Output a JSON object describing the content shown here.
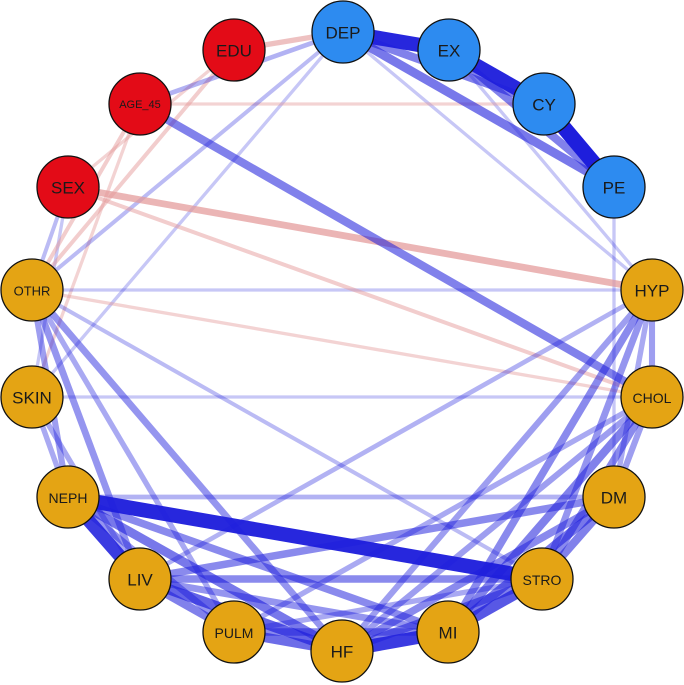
{
  "colors": {
    "group_red": "#E30B17",
    "group_blue": "#2D8BF0",
    "group_orange": "#E4A414",
    "edge_positive": "#1E1EDC",
    "edge_negative": "#E49A9A"
  },
  "nodes": [
    {
      "id": "DEP",
      "label": "DEP",
      "group": "blue"
    },
    {
      "id": "EX",
      "label": "EX",
      "group": "blue"
    },
    {
      "id": "CY",
      "label": "CY",
      "group": "blue"
    },
    {
      "id": "PE",
      "label": "PE",
      "group": "blue"
    },
    {
      "id": "HYP",
      "label": "HYP",
      "group": "orange"
    },
    {
      "id": "CHOL",
      "label": "CHOL",
      "group": "orange"
    },
    {
      "id": "DM",
      "label": "DM",
      "group": "orange"
    },
    {
      "id": "STRO",
      "label": "STRO",
      "group": "orange"
    },
    {
      "id": "MI",
      "label": "MI",
      "group": "orange"
    },
    {
      "id": "HF",
      "label": "HF",
      "group": "orange"
    },
    {
      "id": "PULM",
      "label": "PULM",
      "group": "orange"
    },
    {
      "id": "LIV",
      "label": "LIV",
      "group": "orange"
    },
    {
      "id": "NEPH",
      "label": "NEPH",
      "group": "orange"
    },
    {
      "id": "SKIN",
      "label": "SKIN",
      "group": "orange"
    },
    {
      "id": "OTHR",
      "label": "OTHR",
      "group": "orange"
    },
    {
      "id": "SEX",
      "label": "SEX",
      "group": "red"
    },
    {
      "id": "AGE_45",
      "label": "AGE_45",
      "group": "red"
    },
    {
      "id": "EDU",
      "label": "EDU",
      "group": "red"
    }
  ],
  "edges": [
    {
      "from": "DEP",
      "to": "EX",
      "sign": "positive",
      "weight": 0.95
    },
    {
      "from": "EX",
      "to": "CY",
      "sign": "positive",
      "weight": 0.95
    },
    {
      "from": "CY",
      "to": "PE",
      "sign": "positive",
      "weight": 1.0
    },
    {
      "from": "DEP",
      "to": "CY",
      "sign": "positive",
      "weight": 0.5
    },
    {
      "from": "DEP",
      "to": "PE",
      "sign": "positive",
      "weight": 0.55
    },
    {
      "from": "EX",
      "to": "PE",
      "sign": "positive",
      "weight": 0.5
    },
    {
      "from": "DEP",
      "to": "EDU",
      "sign": "negative",
      "weight": 0.3
    },
    {
      "from": "DEP",
      "to": "AGE_45",
      "sign": "positive",
      "weight": 0.25
    },
    {
      "from": "DEP",
      "to": "OTHR",
      "sign": "positive",
      "weight": 0.2
    },
    {
      "from": "DEP",
      "to": "SKIN",
      "sign": "positive",
      "weight": 0.15
    },
    {
      "from": "DEP",
      "to": "HYP",
      "sign": "positive",
      "weight": 0.15
    },
    {
      "from": "EX",
      "to": "HYP",
      "sign": "positive",
      "weight": 0.15
    },
    {
      "from": "PE",
      "to": "DM",
      "sign": "positive",
      "weight": 0.15
    },
    {
      "from": "AGE_45",
      "to": "CHOL",
      "sign": "positive",
      "weight": 0.5
    },
    {
      "from": "AGE_45",
      "to": "CY",
      "sign": "negative",
      "weight": 0.15
    },
    {
      "from": "AGE_45",
      "to": "OTHR",
      "sign": "negative",
      "weight": 0.2
    },
    {
      "from": "AGE_45",
      "to": "SKIN",
      "sign": "negative",
      "weight": 0.15
    },
    {
      "from": "EDU",
      "to": "OTHR",
      "sign": "negative",
      "weight": 0.2
    },
    {
      "from": "EDU",
      "to": "SEX",
      "sign": "negative",
      "weight": 0.15
    },
    {
      "from": "SEX",
      "to": "HYP",
      "sign": "negative",
      "weight": 0.4
    },
    {
      "from": "SEX",
      "to": "CHOL",
      "sign": "negative",
      "weight": 0.2
    },
    {
      "from": "SEX",
      "to": "OTHR",
      "sign": "positive",
      "weight": 0.2
    },
    {
      "from": "SEX",
      "to": "SKIN",
      "sign": "positive",
      "weight": 0.15
    },
    {
      "from": "OTHR",
      "to": "HYP",
      "sign": "positive",
      "weight": 0.15
    },
    {
      "from": "OTHR",
      "to": "CHOL",
      "sign": "negative",
      "weight": 0.15
    },
    {
      "from": "OTHR",
      "to": "NEPH",
      "sign": "positive",
      "weight": 0.35
    },
    {
      "from": "OTHR",
      "to": "LIV",
      "sign": "positive",
      "weight": 0.4
    },
    {
      "from": "OTHR",
      "to": "HF",
      "sign": "positive",
      "weight": 0.4
    },
    {
      "from": "OTHR",
      "to": "PULM",
      "sign": "positive",
      "weight": 0.3
    },
    {
      "from": "OTHR",
      "to": "STRO",
      "sign": "positive",
      "weight": 0.2
    },
    {
      "from": "SKIN",
      "to": "NEPH",
      "sign": "positive",
      "weight": 0.3
    },
    {
      "from": "SKIN",
      "to": "LIV",
      "sign": "positive",
      "weight": 0.3
    },
    {
      "from": "SKIN",
      "to": "CHOL",
      "sign": "positive",
      "weight": 0.15
    },
    {
      "from": "NEPH",
      "to": "STRO",
      "sign": "positive",
      "weight": 0.95
    },
    {
      "from": "NEPH",
      "to": "LIV",
      "sign": "positive",
      "weight": 0.85
    },
    {
      "from": "NEPH",
      "to": "HF",
      "sign": "positive",
      "weight": 0.55
    },
    {
      "from": "NEPH",
      "to": "MI",
      "sign": "positive",
      "weight": 0.45
    },
    {
      "from": "NEPH",
      "to": "PULM",
      "sign": "positive",
      "weight": 0.4
    },
    {
      "from": "LIV",
      "to": "HF",
      "sign": "positive",
      "weight": 0.65
    },
    {
      "from": "LIV",
      "to": "PULM",
      "sign": "positive",
      "weight": 0.5
    },
    {
      "from": "LIV",
      "to": "MI",
      "sign": "positive",
      "weight": 0.4
    },
    {
      "from": "LIV",
      "to": "STRO",
      "sign": "positive",
      "weight": 0.45
    },
    {
      "from": "LIV",
      "to": "DM",
      "sign": "positive",
      "weight": 0.45
    },
    {
      "from": "LIV",
      "to": "HYP",
      "sign": "positive",
      "weight": 0.25
    },
    {
      "from": "PULM",
      "to": "HF",
      "sign": "positive",
      "weight": 0.6
    },
    {
      "from": "PULM",
      "to": "MI",
      "sign": "positive",
      "weight": 0.45
    },
    {
      "from": "PULM",
      "to": "STRO",
      "sign": "positive",
      "weight": 0.3
    },
    {
      "from": "PULM",
      "to": "CHOL",
      "sign": "positive",
      "weight": 0.3
    },
    {
      "from": "HF",
      "to": "MI",
      "sign": "positive",
      "weight": 0.85
    },
    {
      "from": "HF",
      "to": "STRO",
      "sign": "positive",
      "weight": 0.5
    },
    {
      "from": "HF",
      "to": "DM",
      "sign": "positive",
      "weight": 0.45
    },
    {
      "from": "HF",
      "to": "CHOL",
      "sign": "positive",
      "weight": 0.35
    },
    {
      "from": "HF",
      "to": "HYP",
      "sign": "positive",
      "weight": 0.35
    },
    {
      "from": "MI",
      "to": "STRO",
      "sign": "positive",
      "weight": 0.7
    },
    {
      "from": "MI",
      "to": "DM",
      "sign": "positive",
      "weight": 0.55
    },
    {
      "from": "MI",
      "to": "CHOL",
      "sign": "positive",
      "weight": 0.5
    },
    {
      "from": "MI",
      "to": "HYP",
      "sign": "positive",
      "weight": 0.45
    },
    {
      "from": "STRO",
      "to": "DM",
      "sign": "positive",
      "weight": 0.5
    },
    {
      "from": "STRO",
      "to": "CHOL",
      "sign": "positive",
      "weight": 0.45
    },
    {
      "from": "STRO",
      "to": "HYP",
      "sign": "positive",
      "weight": 0.4
    },
    {
      "from": "DM",
      "to": "CHOL",
      "sign": "positive",
      "weight": 0.35
    },
    {
      "from": "DM",
      "to": "HYP",
      "sign": "positive",
      "weight": 0.3
    },
    {
      "from": "CHOL",
      "to": "HYP",
      "sign": "positive",
      "weight": 0.35
    },
    {
      "from": "DM",
      "to": "NEPH",
      "sign": "positive",
      "weight": 0.25
    }
  ]
}
